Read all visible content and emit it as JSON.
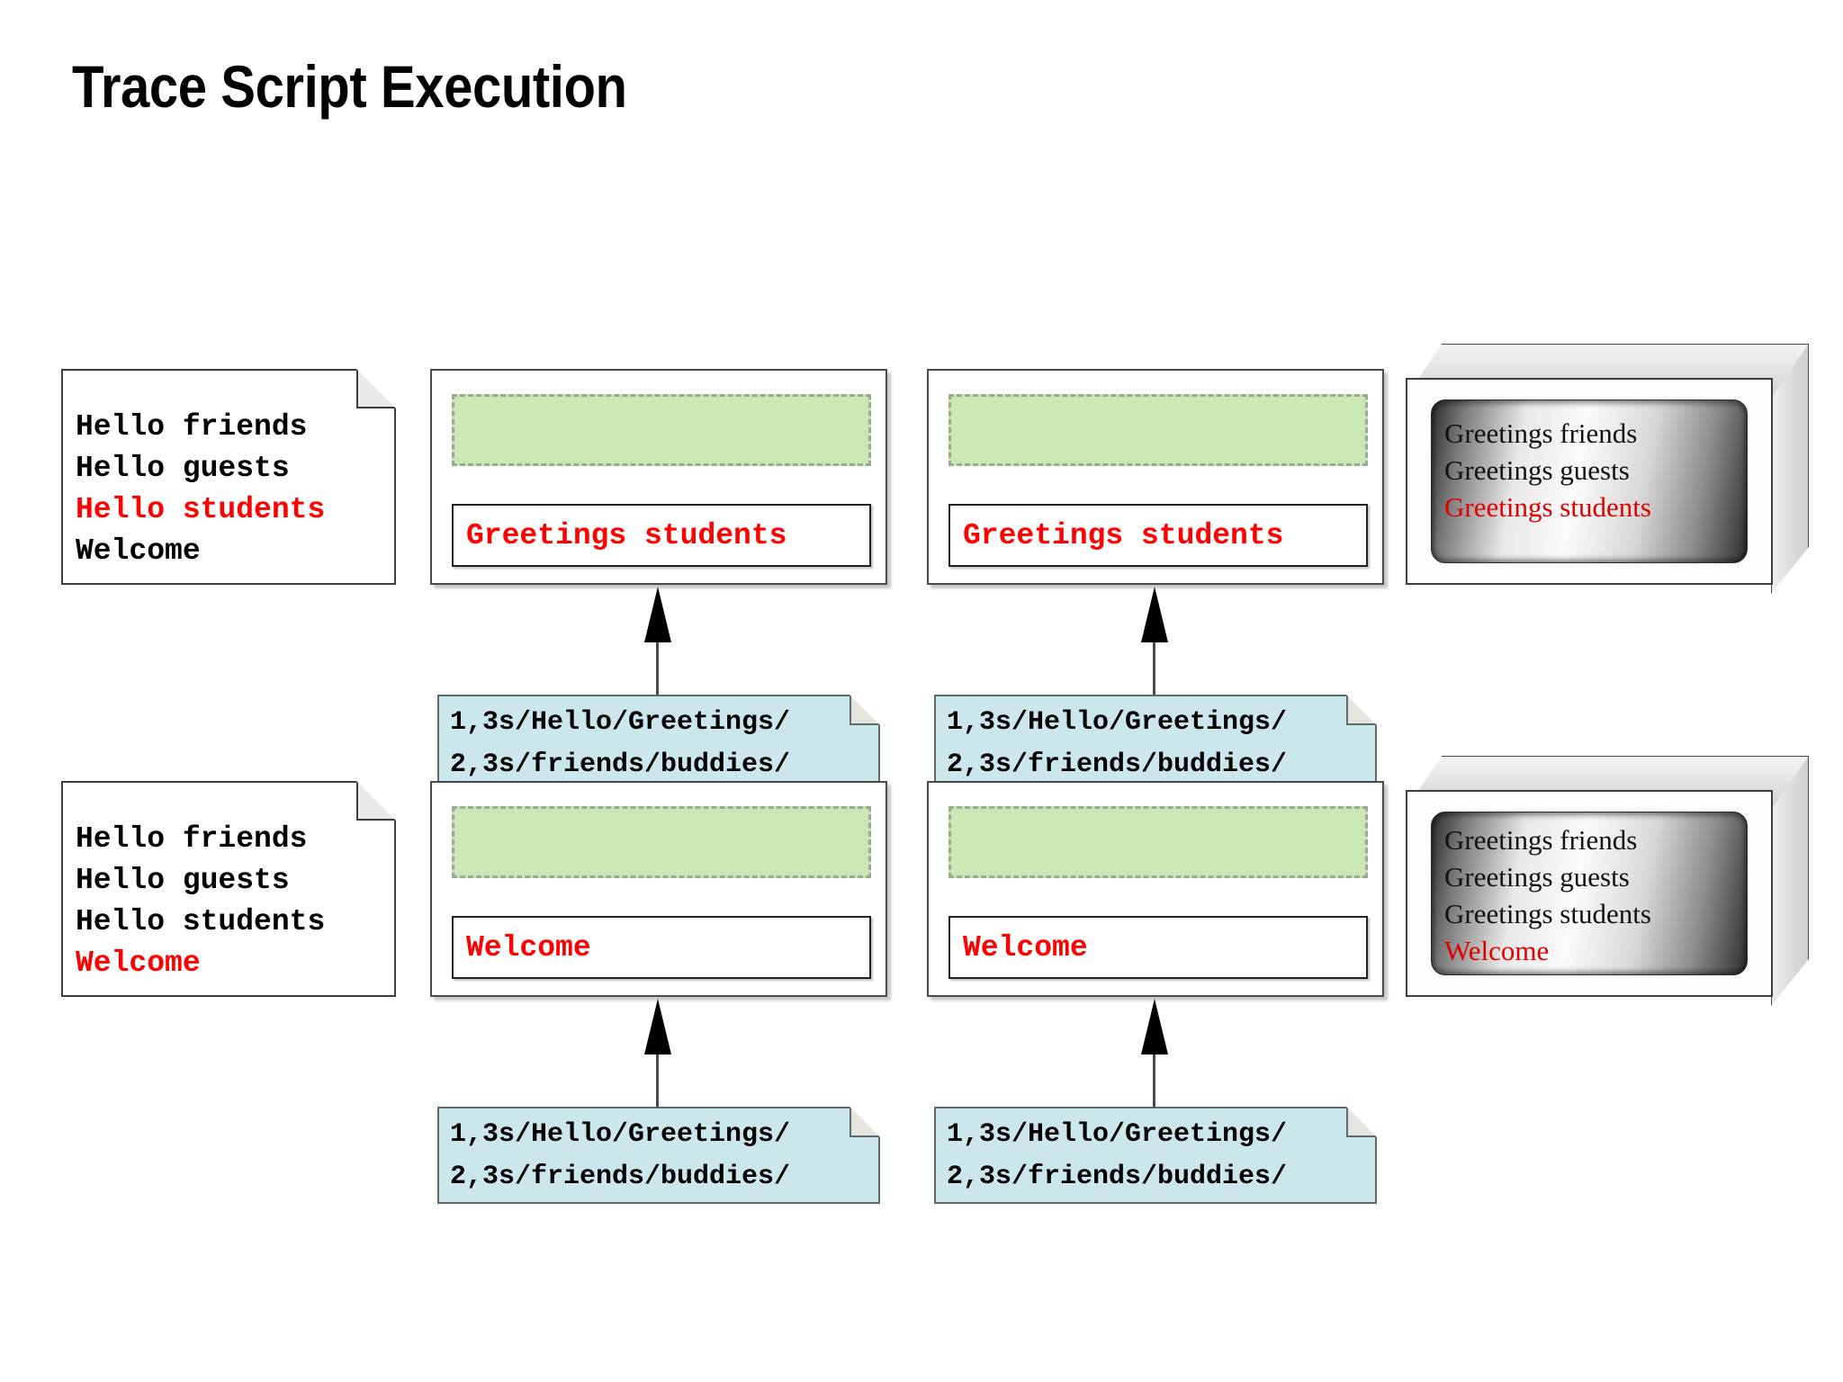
{
  "slide": {
    "title": "Trace Script Execution",
    "colors": {
      "highlight_red": "#ff0000",
      "green_fill": "#cbe7b5",
      "green_dash_border": "#9aaa92",
      "note_blue": "#cbe7ec",
      "doc_fold_gray": "#e8e8e8",
      "outline_dark": "#3d3d3d"
    }
  },
  "rows": [
    {
      "id": "row-1",
      "document": {
        "name": "input-file-document",
        "lines": [
          {
            "text": "Hello friends",
            "color": "black"
          },
          {
            "text": "Hello guests",
            "color": "black"
          },
          {
            "text": "Hello students",
            "color": "red"
          },
          {
            "text": "Welcome",
            "color": "black"
          }
        ]
      },
      "panels": [
        {
          "name": "panel-a",
          "pattern_space_label": "",
          "output_text": "Greetings students"
        },
        {
          "name": "panel-b",
          "pattern_space_label": "",
          "output_text": "Greetings students"
        }
      ],
      "notes": [
        {
          "name": "script-note-a",
          "lines": [
            "1,3s/Hello/Greetings/",
            "2,3s/friends/buddies/"
          ]
        },
        {
          "name": "script-note-b",
          "lines": [
            "1,3s/Hello/Greetings/",
            "2,3s/friends/buddies/"
          ]
        }
      ],
      "monitor": {
        "name": "output-monitor-1",
        "lines": [
          {
            "text": "Greetings friends",
            "color": "black"
          },
          {
            "text": "Greetings guests",
            "color": "black"
          },
          {
            "text": "Greetings students",
            "color": "red"
          }
        ]
      }
    },
    {
      "id": "row-2",
      "document": {
        "name": "input-file-document",
        "lines": [
          {
            "text": "Hello friends",
            "color": "black"
          },
          {
            "text": "Hello guests",
            "color": "black"
          },
          {
            "text": "Hello students",
            "color": "black"
          },
          {
            "text": "Welcome",
            "color": "red"
          }
        ]
      },
      "panels": [
        {
          "name": "panel-a",
          "pattern_space_label": "",
          "output_text": "Welcome"
        },
        {
          "name": "panel-b",
          "pattern_space_label": "",
          "output_text": "Welcome"
        }
      ],
      "notes": [
        {
          "name": "script-note-a",
          "lines": [
            "1,3s/Hello/Greetings/",
            "2,3s/friends/buddies/"
          ]
        },
        {
          "name": "script-note-b",
          "lines": [
            "1,3s/Hello/Greetings/",
            "2,3s/friends/buddies/"
          ]
        }
      ],
      "monitor": {
        "name": "output-monitor-2",
        "lines": [
          {
            "text": "Greetings friends",
            "color": "black"
          },
          {
            "text": "Greetings guests",
            "color": "black"
          },
          {
            "text": "Greetings students",
            "color": "black"
          },
          {
            "text": "Welcome",
            "color": "red"
          }
        ]
      }
    }
  ]
}
